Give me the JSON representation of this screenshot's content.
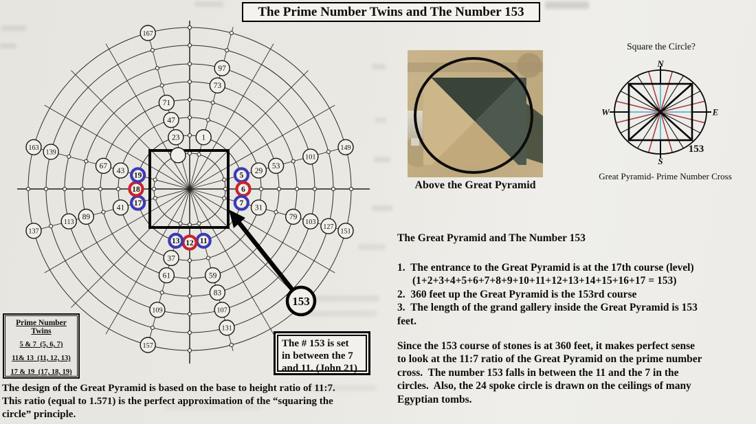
{
  "page": {
    "title": "The Prime Number Twins and The Number 153"
  },
  "prime_cross_diagram": {
    "highlight_number": "153",
    "colors": {
      "twin_prime_ring": "#3b3bb5",
      "between_ring": "#c8232e",
      "line": "#2e2c28"
    },
    "ring_radii": [
      52,
      78,
      104,
      130,
      156,
      182,
      209,
      235
    ],
    "numbers": [
      {
        "n": "",
        "ring": 0,
        "angle": 251
      },
      {
        "n": 1,
        "ring": 1
      },
      {
        "n": 5,
        "ring": 1,
        "style": "blue"
      },
      {
        "n": 6,
        "ring": 1,
        "style": "red"
      },
      {
        "n": 7,
        "ring": 1,
        "style": "blue"
      },
      {
        "n": 11,
        "ring": 1,
        "style": "blue"
      },
      {
        "n": 12,
        "ring": 1,
        "style": "red"
      },
      {
        "n": 13,
        "ring": 1,
        "style": "blue"
      },
      {
        "n": 17,
        "ring": 1,
        "style": "blue"
      },
      {
        "n": 18,
        "ring": 1,
        "style": "red"
      },
      {
        "n": 19,
        "ring": 1,
        "style": "blue"
      },
      {
        "n": 23,
        "ring": 1
      },
      {
        "n": 29,
        "ring": 2
      },
      {
        "n": 31,
        "ring": 2
      },
      {
        "n": 37,
        "ring": 2
      },
      {
        "n": 41,
        "ring": 2
      },
      {
        "n": 43,
        "ring": 2
      },
      {
        "n": 47,
        "ring": 2
      },
      {
        "n": 53,
        "ring": 3
      },
      {
        "n": 59,
        "ring": 3
      },
      {
        "n": 61,
        "ring": 3
      },
      {
        "n": 67,
        "ring": 3
      },
      {
        "n": 71,
        "ring": 3
      },
      {
        "n": 73,
        "ring": 4
      },
      {
        "n": 79,
        "ring": 4
      },
      {
        "n": 83,
        "ring": 4
      },
      {
        "n": 89,
        "ring": 4
      },
      {
        "n": 97,
        "ring": 5
      },
      {
        "n": 101,
        "ring": 5
      },
      {
        "n": 103,
        "ring": 5
      },
      {
        "n": 107,
        "ring": 5
      },
      {
        "n": 109,
        "ring": 5
      },
      {
        "n": 113,
        "ring": 5
      },
      {
        "n": 127,
        "ring": 6
      },
      {
        "n": 131,
        "ring": 6
      },
      {
        "n": 139,
        "ring": 6
      },
      {
        "n": 137,
        "ring": 7
      },
      {
        "n": 149,
        "ring": 7
      },
      {
        "n": 151,
        "ring": 7
      },
      {
        "n": 157,
        "ring": 7
      },
      {
        "n": 163,
        "ring": 7
      },
      {
        "n": 167,
        "ring": 7
      }
    ],
    "legend": {
      "header": "Prime Number Twins",
      "rows": [
        "5 & 7  (5, 6, 7)",
        "11& 13  (11, 12, 13)",
        "17 & 19  (17, 18, 19)"
      ]
    },
    "note_box": {
      "line1": "The # 153 is set",
      "line2": "in between the 7",
      "line3": "and 11. (John 21)"
    }
  },
  "pyramid_photo": {
    "caption": "Above the Great Pyramid"
  },
  "compass": {
    "title": "Square the Circle?",
    "caption": "Great Pyramid- Prime Number Cross",
    "number": "153",
    "labels": {
      "n": "N",
      "e": "E",
      "s": "S",
      "w": "W"
    },
    "colors": {
      "axis": "#57b2d4",
      "prime_spoke": "#9c3a3a"
    }
  },
  "right_text": {
    "heading": "The Great Pyramid and The Number 153",
    "l1": "1.  The entrance to the Great Pyramid is at the 17th course (level)",
    "l2": "(1+2+3+4+5+6+7+8+9+10+11+12+13+14+15+16+17 = 153)",
    "l3": "2.  360 feet up the Great Pyramid is the 153rd course",
    "l4": "3.  The length of the grand gallery inside the Great Pyramid is 153",
    "l5": "feet.",
    "p1": "Since the 153 course of stones is at 360 feet, it makes perfect sense",
    "p2": "to look at the 11:7 ratio of the Great Pyramid on the prime number",
    "p3": "cross.  The number 153 falls in between the 11 and the 7 in the",
    "p4": "circles.  Also, the 24 spoke circle is drawn on the ceilings of many",
    "p5": "Egyptian tombs."
  },
  "bottom_text": {
    "line1": "The design of the Great Pyramid is based on the base to height ratio of 11:7.",
    "line2": "This ratio (equal to 1.571) is the perfect approximation of the “squaring the",
    "line3": "circle” principle."
  }
}
